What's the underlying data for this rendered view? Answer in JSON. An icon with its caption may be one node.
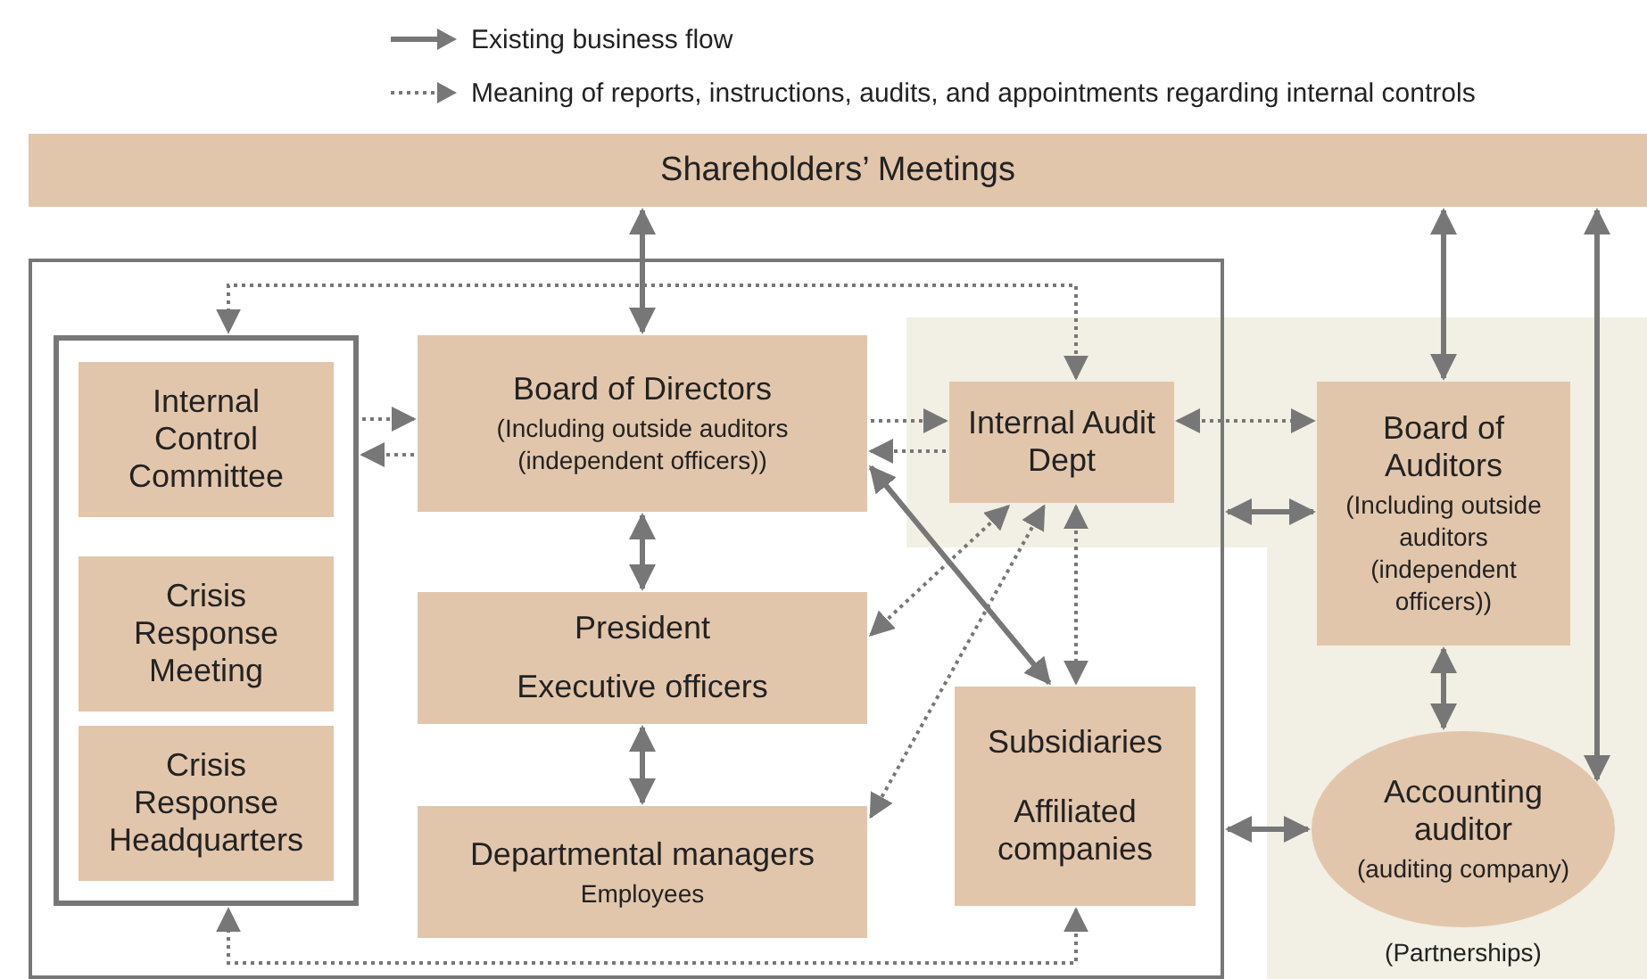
{
  "diagram": {
    "nodes": [
      {
        "text": [
          "Shareholders’ Meetings"
        ]
      },
      {
        "text": [],
        "shape": "box"
      },
      {
        "text": [],
        "shape": "box",
        "in": 1
      },
      {
        "text": [
          "Internal Control Committee"
        ],
        "in": 2
      },
      {
        "text": [
          "Crisis Response Meeting"
        ],
        "in": 2
      },
      {
        "text": [
          "Crisis Response Headquarters"
        ],
        "in": 2
      },
      {
        "text": [
          "Board of Directors",
          "(Including outside auditors (independent officers))"
        ],
        "in": 1
      },
      {
        "text": [
          "Internal Audit Dept"
        ],
        "in": 1
      },
      {
        "text": [
          "President",
          "Executive officers"
        ],
        "in": 1
      },
      {
        "text": [
          "Departmental managers",
          "Employees"
        ],
        "in": 1
      },
      {
        "text": [
          "Subsidiaries",
          "Affiliated companies"
        ],
        "in": 1
      },
      {
        "text": [
          "Board of Auditors",
          "(Including outside auditors (independent officers))"
        ]
      },
      {
        "text": [
          "Accounting auditor",
          "(auditing company)"
        ],
        "beside": [
          "(Partnerships)"
        ]
      }
    ],
    "edges": [
      {
        "from": 0,
        "to": 6,
        "arrow": "both"
      },
      {
        "from": 0,
        "to": 11,
        "arrow": "both"
      },
      {
        "from": 0,
        "to": 12,
        "arrow": "both"
      },
      {
        "from": 2,
        "to": 6,
        "arrow": "to",
        "style": "dashed"
      },
      {
        "from": 6,
        "to": 2,
        "arrow": "to",
        "style": "dashed"
      },
      {
        "from": 6,
        "to": 7,
        "arrow": "to",
        "style": "dashed"
      },
      {
        "from": 7,
        "to": 6,
        "arrow": "to",
        "style": "dashed"
      },
      {
        "from": 7,
        "to": 11,
        "arrow": "both",
        "style": "dashed"
      },
      {
        "from": 1,
        "to": 11,
        "arrow": "both"
      },
      {
        "from": 1,
        "to": 12,
        "arrow": "both"
      },
      {
        "from": 6,
        "to": 8,
        "arrow": "both"
      },
      {
        "from": 8,
        "to": 9,
        "arrow": "both"
      },
      {
        "from": 6,
        "to": 10,
        "arrow": "both"
      },
      {
        "from": 7,
        "to": 8,
        "arrow": "both",
        "style": "dashed"
      },
      {
        "from": 7,
        "to": 9,
        "arrow": "both",
        "style": "dashed"
      },
      {
        "from": 7,
        "to": 10,
        "arrow": "both",
        "style": "dashed"
      },
      {
        "from": 7,
        "to": 2,
        "arrow": "both",
        "style": "dashed"
      },
      {
        "from": 10,
        "to": 2,
        "arrow": "both",
        "style": "dashed"
      },
      {
        "from": 11,
        "to": 12,
        "arrow": "both"
      }
    ],
    "legend": [
      {
        "text": "Existing business flow"
      },
      {
        "text": "Meaning of reports, instructions, audits, and appointments regarding internal controls"
      }
    ]
  }
}
